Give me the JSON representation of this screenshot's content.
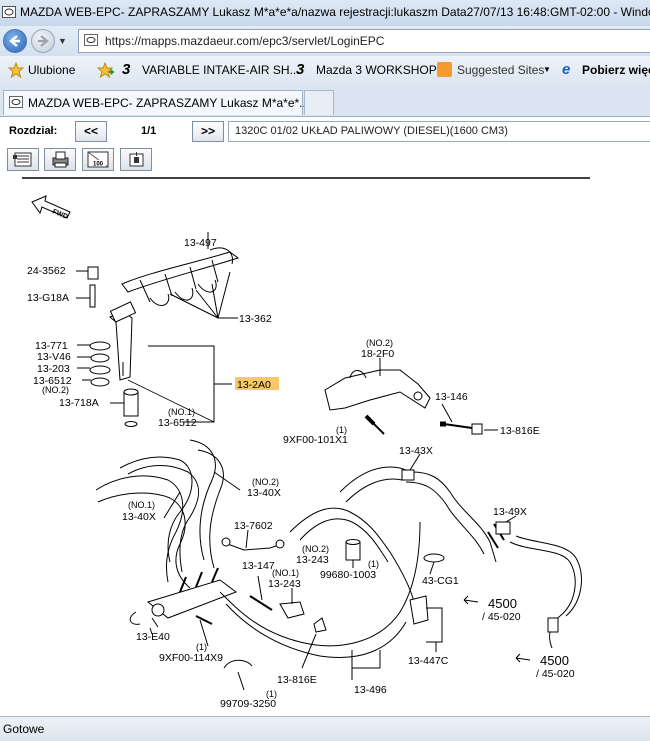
{
  "window": {
    "title": "MAZDA WEB-EPC-    ZAPRASZAMY Lukasz M*a*e*a/nazwa rejestracji:lukaszm Data27/07/13 16:48:GMT-02:00 - Windo"
  },
  "address_bar": {
    "url": "https://mapps.mazdaeur.com/epc3/servlet/LoginEPC"
  },
  "favorites": {
    "items": [
      {
        "label": "Ulubione",
        "icon": "star-icon"
      },
      {
        "label": "VARIABLE INTAKE-AIR SH...",
        "icon": "mazda-3-icon"
      },
      {
        "label": "Mazda 3 WORKSHOP",
        "icon": "mazda-3-icon"
      },
      {
        "label": "Suggested Sites",
        "icon": "suggested-sites-icon"
      },
      {
        "label": "Pobierz więc",
        "icon": "ie-icon"
      }
    ]
  },
  "tabs": [
    {
      "label": "MAZDA WEB-EPC-    ZAPRASZAMY Lukasz M*a*e*..."
    }
  ],
  "app_toolbar": {
    "section_label": "Rozdział:",
    "prev_label": "<<",
    "page": "1/1",
    "next_label": ">>",
    "section_title": "1320C 01/02 UKŁAD PALIWOWY (DIESEL)(1600 CM3)",
    "tool_icons": [
      "parts-list-icon",
      "printer-icon",
      "zoom-100-icon",
      "add-to-cart-icon"
    ]
  },
  "diagram": {
    "fwd_label": "FWD",
    "highlight_color": "#f6c86b",
    "parts": [
      {
        "code": "13-497"
      },
      {
        "code": "24-3562"
      },
      {
        "code": "13-G18A"
      },
      {
        "code": "13-362"
      },
      {
        "code": "13-771"
      },
      {
        "code": "13-V46"
      },
      {
        "code": "13-203"
      },
      {
        "code": "13-6512",
        "note": "(NO.2)"
      },
      {
        "code": "13-718A"
      },
      {
        "code": "13-2A0",
        "highlighted": true
      },
      {
        "code": "13-6512",
        "note": "(NO.1)"
      },
      {
        "code": "18-2F0",
        "note": "(NO.2)"
      },
      {
        "code": "13-146"
      },
      {
        "code": "13-816E"
      },
      {
        "code": "9XF00-101X1",
        "note": "(1)"
      },
      {
        "code": "13-43X"
      },
      {
        "code": "13-40X",
        "note": "(NO.2)"
      },
      {
        "code": "13-40X",
        "note": "(NO.1)"
      },
      {
        "code": "13-49X"
      },
      {
        "code": "13-7602"
      },
      {
        "code": "13-243",
        "note": "(NO.2)"
      },
      {
        "code": "99680-1003",
        "note": "(1)"
      },
      {
        "code": "13-147"
      },
      {
        "code": "13-243",
        "note": "(NO.1)"
      },
      {
        "code": "43-CG1"
      },
      {
        "code": "4500",
        "ref": "/ 45-020"
      },
      {
        "code": "13-E40"
      },
      {
        "code": "9XF00-114X9",
        "note": "(1)"
      },
      {
        "code": "13-447C"
      },
      {
        "code": "4500",
        "ref": "/ 45-020"
      },
      {
        "code": "13-816E"
      },
      {
        "code": "13-496"
      },
      {
        "code": "99709-3250",
        "note": "(1)"
      }
    ]
  },
  "status": {
    "text": "Gotowe"
  }
}
